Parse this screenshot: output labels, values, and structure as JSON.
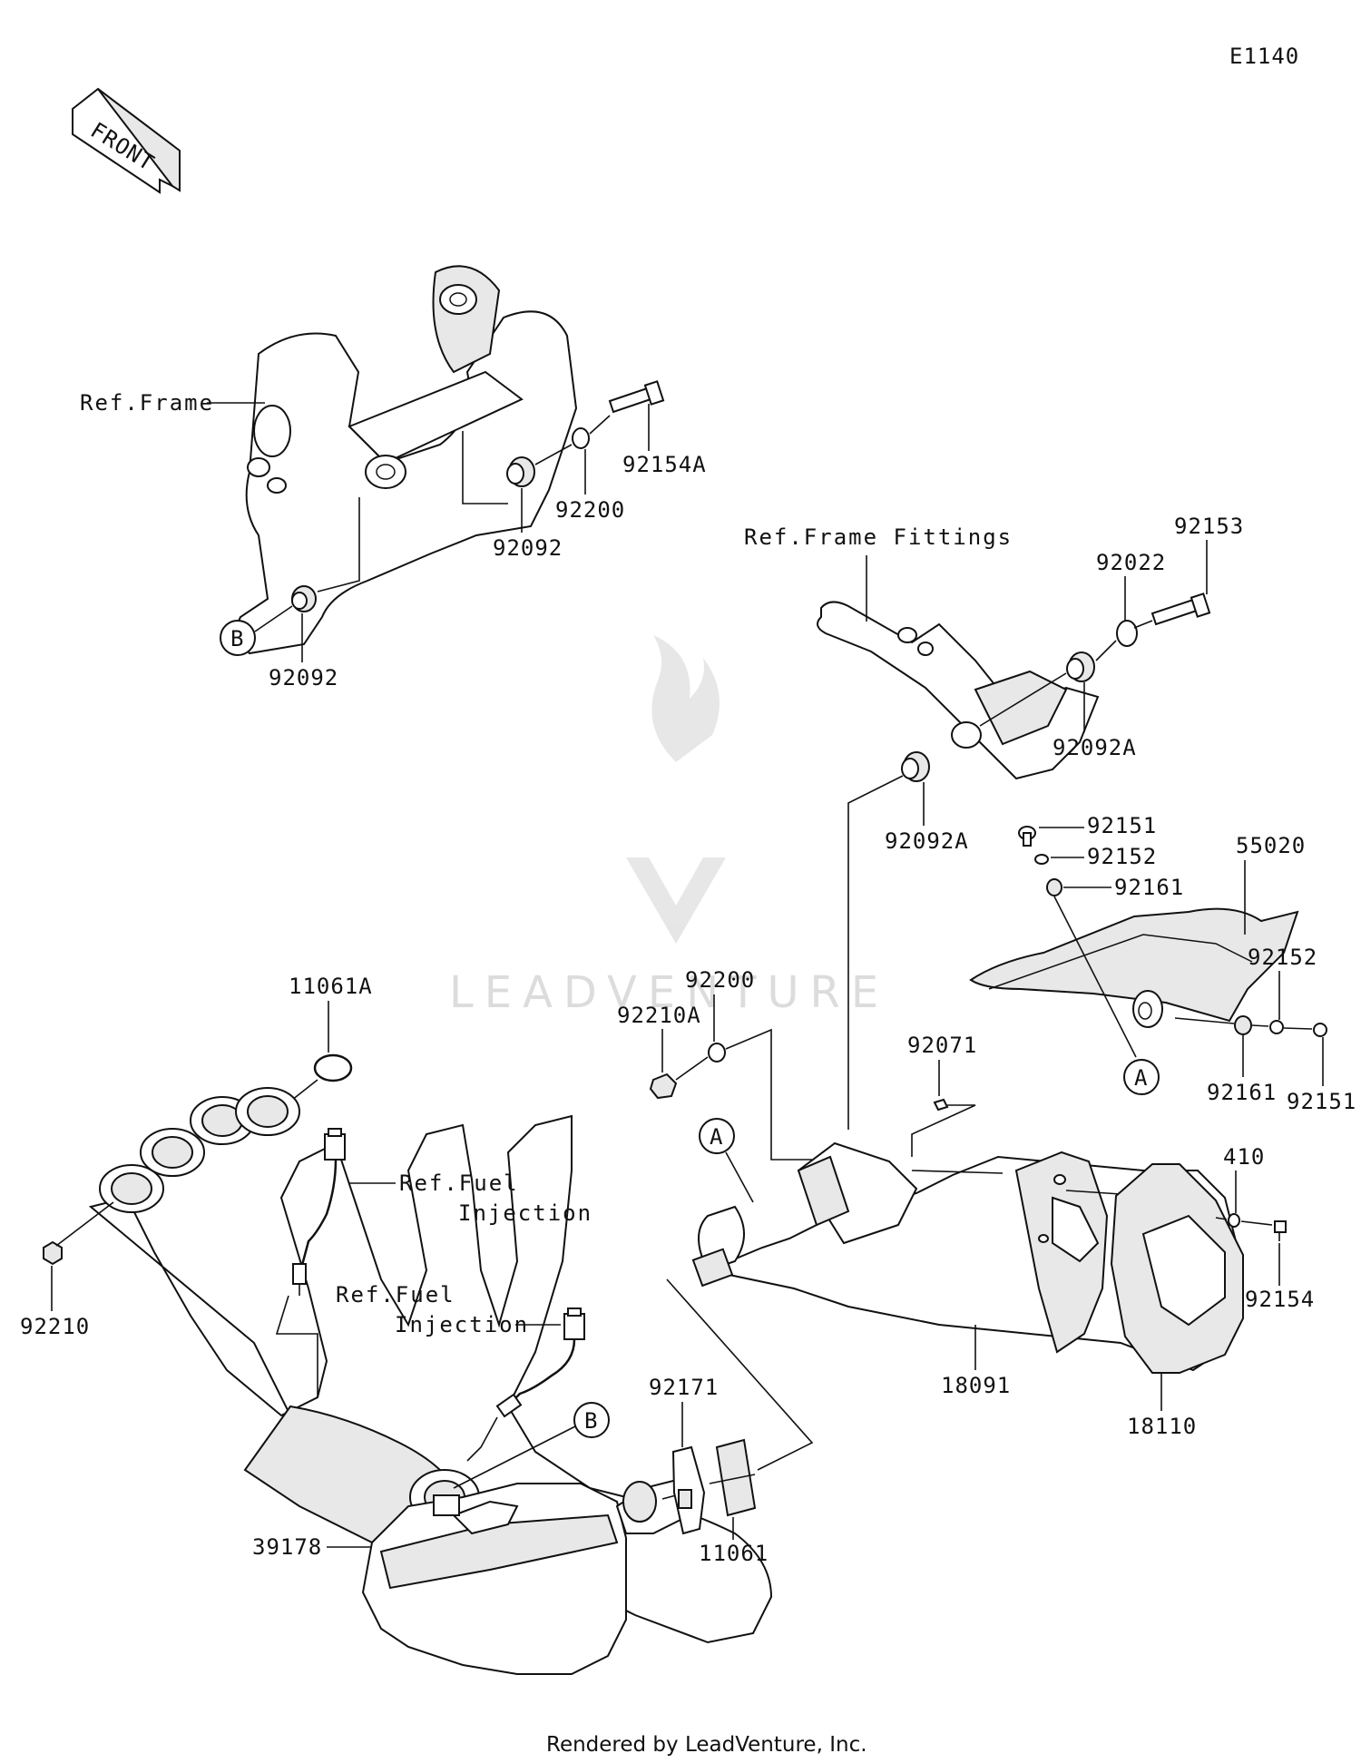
{
  "diagram": {
    "code": "E1140",
    "front_label": "FRONT",
    "watermark": "LEADVENTURE",
    "footer": "Rendered by LeadVenture, Inc.",
    "refs": {
      "frame": "Ref.Frame",
      "frame_fittings": "Ref.Frame Fittings",
      "fuel_injection_1_line1": "Ref.Fuel",
      "fuel_injection_1_line2": "Injection",
      "fuel_injection_2_line1": "Ref.Fuel",
      "fuel_injection_2_line2": "Injection"
    },
    "callouts": {
      "a1": "A",
      "a2": "A",
      "b1": "B",
      "b2": "B"
    },
    "parts": [
      "92154A",
      "92200",
      "92092",
      "92092",
      "92153",
      "92022",
      "92092A",
      "92092A",
      "92151",
      "92152",
      "92161",
      "55020",
      "92152",
      "92161",
      "92151",
      "11061A",
      "92200",
      "92210A",
      "92071",
      "410",
      "92154",
      "92210",
      "18091",
      "18110",
      "92171",
      "11061",
      "39178"
    ]
  }
}
